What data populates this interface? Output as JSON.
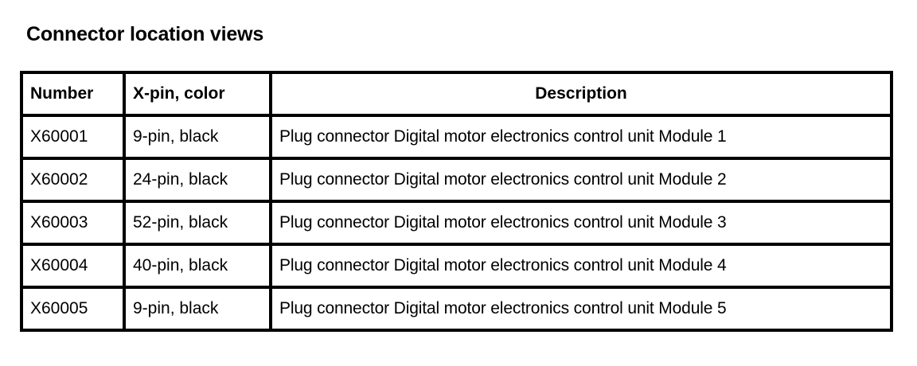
{
  "document": {
    "title": "Connector location views"
  },
  "table": {
    "columns": [
      {
        "key": "number",
        "label": "Number",
        "align": "left"
      },
      {
        "key": "xpin",
        "label": "X-pin, color",
        "align": "left"
      },
      {
        "key": "description",
        "label": "Description",
        "align": "center"
      }
    ],
    "rows": [
      {
        "number": "X60001",
        "xpin": "9-pin, black",
        "description": "Plug connector Digital motor electronics control unit Module 1"
      },
      {
        "number": "X60002",
        "xpin": "24-pin, black",
        "description": "Plug connector Digital motor electronics control unit Module 2"
      },
      {
        "number": "X60003",
        "xpin": "52-pin, black",
        "description": "Plug connector Digital motor electronics control unit Module 3"
      },
      {
        "number": "X60004",
        "xpin": "40-pin, black",
        "description": "Plug connector Digital motor electronics control unit Module 4"
      },
      {
        "number": "X60005",
        "xpin": "9-pin, black",
        "description": "Plug connector Digital motor electronics control unit Module 5"
      }
    ]
  },
  "colors": {
    "text": "#000000",
    "background": "#ffffff",
    "border": "#000000"
  }
}
